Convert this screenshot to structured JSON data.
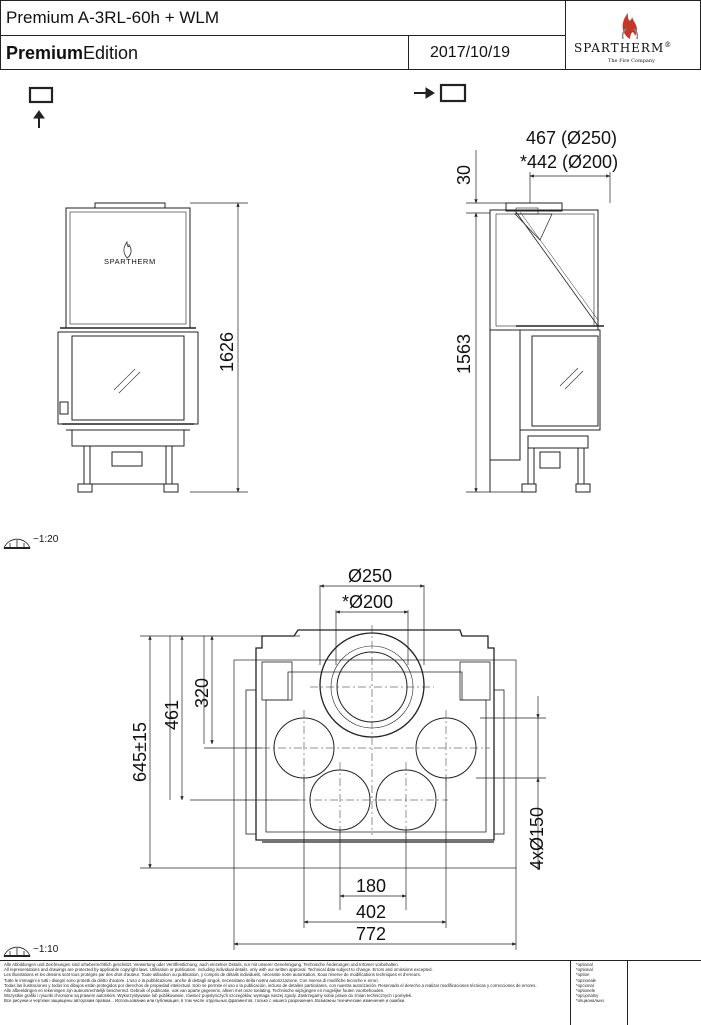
{
  "header": {
    "model": "Premium A-3RL-60h + WLM",
    "edition_bold": "Premium",
    "edition_rest": "Edition",
    "date": "2017/10/19",
    "brand": "SPARTHERM",
    "registered": "®",
    "tagline": "The Fire Company"
  },
  "top_view": {
    "front_panel_brand": "SPARTHERM",
    "height_total": "1626",
    "side_dim_top": "30",
    "side_dim_height": "1563",
    "flue_outer": "467 (Ø250)",
    "flue_inner": "*442 (Ø200)",
    "scale": "~1:20"
  },
  "plan_view": {
    "dia_outer": "Ø250",
    "dia_inner": "*Ø200",
    "dim_320": "320",
    "dim_461": "461",
    "dim_645": "645±15",
    "dim_4x150": "4xØ150",
    "dim_180": "180",
    "dim_402": "402",
    "dim_772": "772",
    "scale": "~1:10"
  },
  "footer": {
    "legal": [
      "Alle Abbildungen und Zeichnungen sind urheberrechtlich geschützt. Verwertung oder Veröffentlichung, auch einzelner Details, nur mit unserer Genehmigung. Technische Änderungen und Irrtümer vorbehalten.",
      "All representations and drawings are protected by applicable copyright laws. Utilisation or publication, including individual details, only with our written approval. Technical data subject to change. Errors and omissions excepted.",
      "Les illustrations et les dessins sont tous protégés par des droit d'auteur. Toute utilisation ou publication, y compris de détails individuels, nécessite notre autorisation. Sous réserve de modifications techniques et d'erreurs.",
      "Tutte le immagini e tutti i disegni sono protetti da diritto d'autore. L'uso o la pubblicazione, anche di dettagli singoli, necessitano della nostra autorizzazione. Con riserva di modifiche tecniche e errori.",
      "Todas las ilustraciones y todos los dibujos están protegidos por derechos de propiedad intelectual. Solo se permite el uso o la publicación, incluso de detalles particulares, con nuestra autorización. Reservado el derecho a realizar modificaciones técnicas y correcciones de errores.",
      "Alle afbeeldingen en tekeningen zijn auteursrechtelijk beschermd. Gebruik of publicatie, ook van aparte gegevens, alleen met onze toelating. Technische wijzigingen en mogelijke fouten voorbehouden.",
      "Wszystkie grafiki i rysunki chronione są prawem autorskim. Wykorzystywanie lub publikowanie, również pojedynczych szczegółów, wymaga naszej zgody. Zastrzegamy sobie prawo do zmian technicznych i pomyłek.",
      "Все рисунки и чертежи защищены авторским правом... Использование или публикация, в том числе отдельных фрагментов, только с нашего разрешения. Возможны технические изменения и ошибки."
    ],
    "optional": [
      "*optional",
      "*optional",
      "*option",
      "*opzionale",
      "*opcional",
      "*optionele",
      "*opcjonalny",
      "*опционально"
    ]
  },
  "colors": {
    "line": "#222222",
    "flame_red": "#c0392b",
    "flame_grey": "#8a8a8a"
  }
}
